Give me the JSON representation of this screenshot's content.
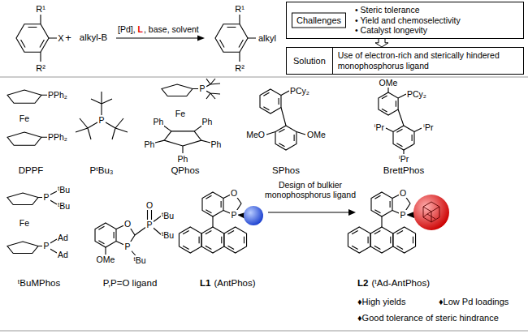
{
  "diagram": {
    "nodes": [
      {
        "text": [
          "• Steric tolerance",
          "• Yield and chemoselectivity",
          "• Catalyst longevity"
        ]
      },
      {
        "text": [
          "Challenges"
        ],
        "in": 0
      },
      {
        "text": [
          "Solution",
          "Use of electron-rich and sterically hindered monophosphorus ligand"
        ]
      }
    ],
    "edges": [
      {
        "from": 0,
        "to": 2,
        "arrow": "to"
      }
    ],
    "labels": [
      "R¹",
      "X",
      "R²",
      "+",
      "alkyl-B",
      "[Pd],",
      "L",
      ", base, solvent",
      "R¹",
      "alkyl",
      "R²",
      "PPh₂",
      "Fe",
      "PPh₂",
      "DPPF",
      "P",
      "PᵗBu₃",
      "P",
      "Fe",
      "Ph",
      "Ph",
      "Ph",
      "Ph",
      "Ph",
      "QPhos",
      "PCy₂",
      "MeO",
      "OMe",
      "SPhos",
      "OMe",
      "PCy₂",
      "ⁱPr",
      "ⁱPr",
      "ⁱPr",
      "BrettPhos",
      "P",
      "ᵗBu",
      "ᵗBu",
      "Fe",
      "P",
      "Ad",
      "Ad",
      "ᵗBuMPhos",
      "O",
      "P",
      "ᵗBu",
      "OMe",
      "P",
      "O",
      "ᵗBu",
      "ᵗBu",
      "P,P=O ligand",
      "O",
      "P",
      "L1",
      "(AntPhos)",
      "Design of bulkier monophosphorus ligand",
      "O",
      "P",
      "L2",
      "(ᵗAd-AntPhos)",
      "♦High yields",
      "♦Low Pd loadings",
      "♦Good tolerance of steric hindrance"
    ]
  }
}
